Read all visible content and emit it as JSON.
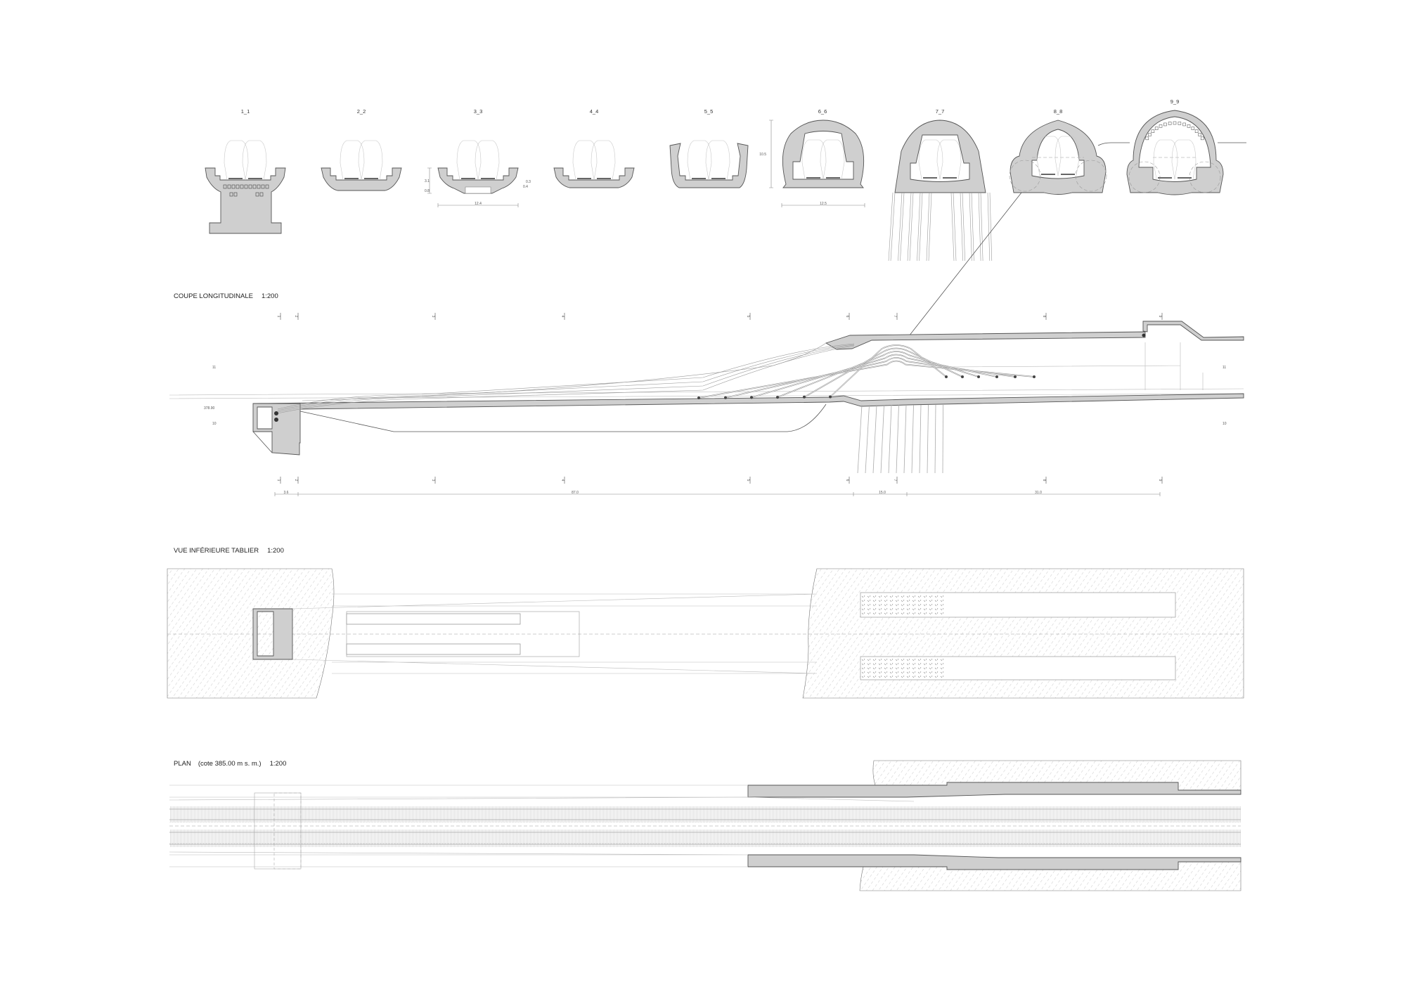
{
  "sections": {
    "labels": [
      "1_1",
      "2_2",
      "3_3",
      "4_4",
      "5_5",
      "6_6",
      "7_7",
      "8_8",
      "9_9"
    ],
    "dims_3_3": {
      "height_top": "3.1",
      "height_bottom": "0.8",
      "width": "12.4",
      "slab_top": "0.3",
      "slab_bottom": "0.4"
    },
    "dims_6_6": {
      "height": "10.5",
      "width": "12.5"
    }
  },
  "longitudinal": {
    "title": "COUPE LONGITUDINALE",
    "scale": "1:200",
    "markers": [
      "1",
      "2",
      "3",
      "4",
      "5",
      "6",
      "7",
      "8",
      "9"
    ],
    "level_upper": "11",
    "level_lower": "10",
    "elevation": "378.90",
    "dimensions": [
      "3.6",
      "87.0",
      "15.0",
      "31.0"
    ]
  },
  "underside": {
    "title": "VUE INFÉRIEURE TABLIER",
    "scale": "1:200"
  },
  "plan": {
    "title": "PLAN",
    "subtitle": "(cote 385.00 m s. m.)",
    "scale": "1:200"
  },
  "colors": {
    "concrete": "#cfcfcf",
    "outline": "#555555",
    "hatch": "#b5b5b5"
  }
}
